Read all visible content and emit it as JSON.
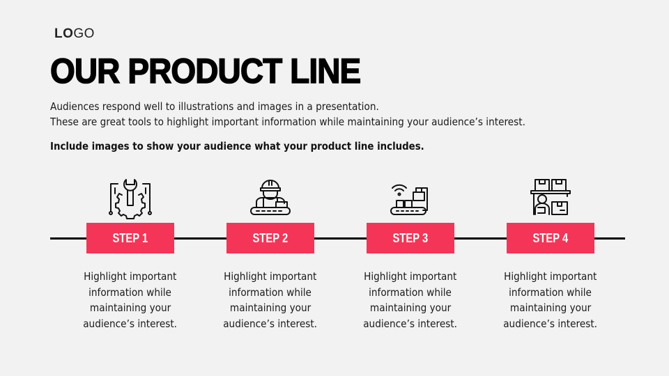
{
  "logo": {
    "bold": "LO",
    "regular": "GO"
  },
  "header": {
    "title": "OUR PRODUCT LINE",
    "intro_line_1": "Audiences respond well to illustrations and images in a presentation.",
    "intro_line_2": "These are great tools to highlight important information while maintaining your audience’s interest.",
    "emphasis": "Include images to show your audience what your product line includes."
  },
  "colors": {
    "accent": "#f43557",
    "background": "#f2f2f2",
    "text": "#111111"
  },
  "steps": [
    {
      "label": "STEP 1",
      "icon": "wrench-gear-circuit-icon",
      "desc_lines": [
        "Highlight important",
        "information while",
        "maintaining your",
        "audience’s interest."
      ]
    },
    {
      "label": "STEP 2",
      "icon": "worker-conveyor-icon",
      "desc_lines": [
        "Highlight important",
        "information while",
        "maintaining your",
        "audience’s interest."
      ]
    },
    {
      "label": "STEP 3",
      "icon": "automated-conveyor-wifi-icon",
      "desc_lines": [
        "Highlight important",
        "information while",
        "maintaining your",
        "audience’s interest."
      ]
    },
    {
      "label": "STEP 4",
      "icon": "warehouse-worker-boxes-icon",
      "desc_lines": [
        "Highlight important",
        "information while",
        "maintaining your",
        "audience’s interest."
      ]
    }
  ]
}
